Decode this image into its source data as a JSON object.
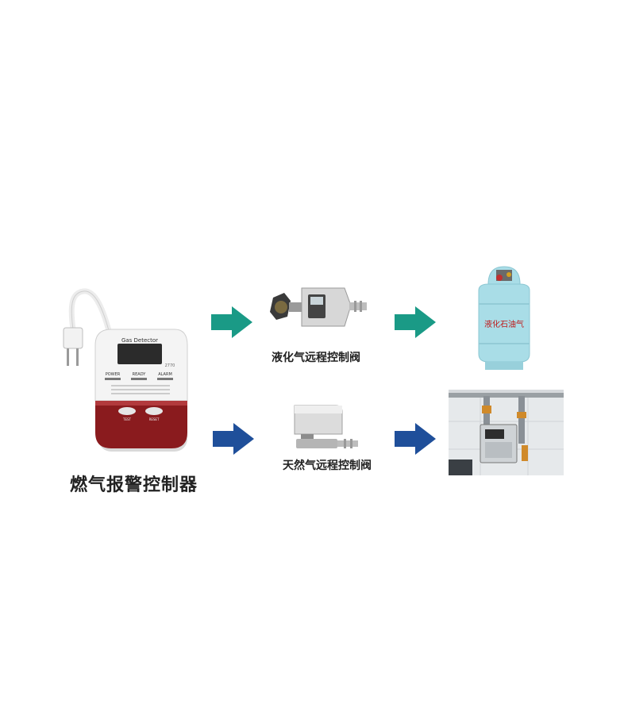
{
  "detector": {
    "caption": "燃气报警控制器",
    "brand_text": "Gas Detector",
    "model_text": "2770",
    "indicators": [
      "POWER",
      "READY",
      "ALARM"
    ],
    "buttons": [
      "TEST",
      "RESET"
    ]
  },
  "lpg_valve": {
    "caption": "液化气远程控制阀"
  },
  "ng_valve": {
    "caption": "天然气远程控制阀"
  },
  "lpg_cylinder": {
    "label": "液化石油气"
  },
  "colors": {
    "teal_arrow": "#1a9a86",
    "blue_arrow": "#1f4f9a",
    "cylinder": "#a9dde7"
  },
  "icons": [
    "teal-arrow-icon",
    "blue-arrow-icon",
    "plug-icon"
  ]
}
